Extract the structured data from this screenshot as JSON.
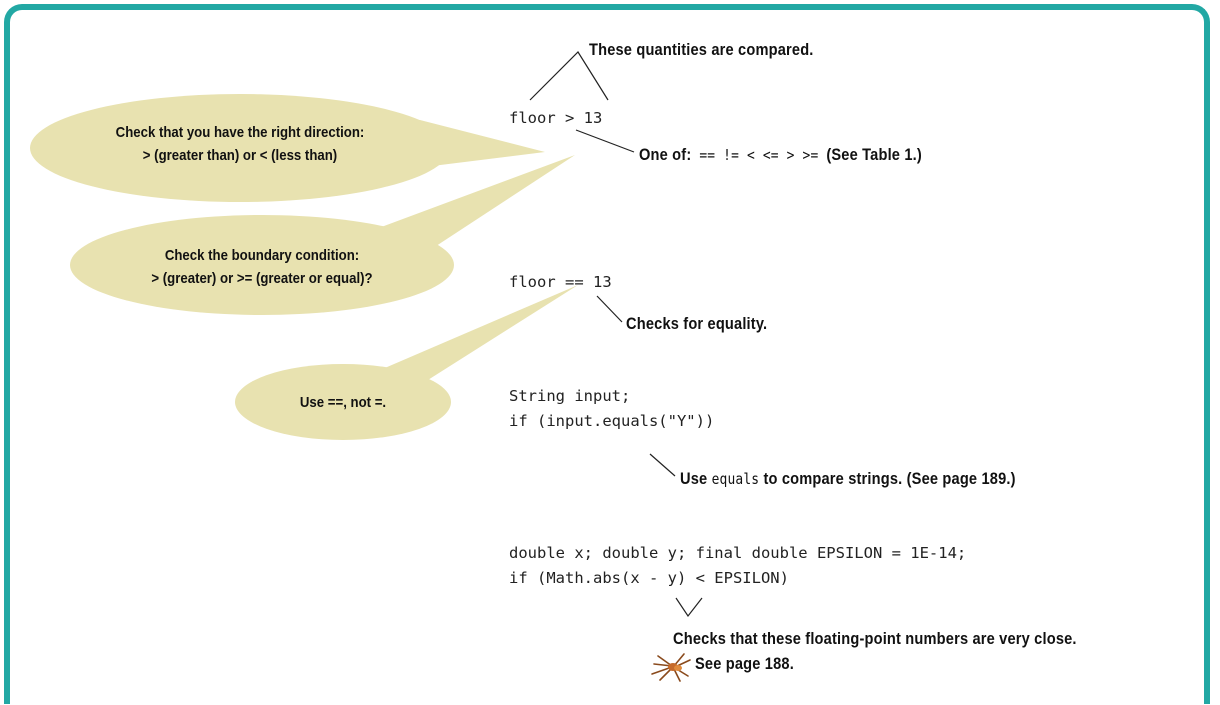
{
  "code": {
    "line_floor_gt": "floor > 13",
    "line_floor_eq": "floor == 13",
    "line_string_input": "String input;",
    "line_if_equals": "if (input.equals(\"Y\"))",
    "line_double_decl": "double x; double y; final double EPSILON = 1E-14;",
    "line_if_math_abs": "if (Math.abs(x - y) < EPSILON)"
  },
  "annotations": {
    "quantities_compared": "These quantities are compared.",
    "one_of_prefix": "One of:",
    "one_of_ops": " == != < <= > >= ",
    "one_of_suffix": "(See Table 1.)",
    "checks_equality": "Checks for equality.",
    "use_equals_prefix": "Use ",
    "use_equals_code": "equals",
    "use_equals_suffix": " to compare strings. (See page 189.)",
    "floating_point": "Checks that these floating-point numbers are very close.",
    "see_page_188": "See page 188."
  },
  "bubbles": {
    "direction_line1": "Check that you have the right direction:",
    "direction_line2": "> (greater than) or < (less than)",
    "boundary_line1": "Check the boundary condition:",
    "boundary_line2": "> (greater) or >= (greater or equal)?",
    "use_eq": "Use ==, not =."
  },
  "colors": {
    "frame": "#22a8a4",
    "bubble_fill": "#e8e2b0"
  },
  "icons": {
    "spider": "spider-icon"
  }
}
